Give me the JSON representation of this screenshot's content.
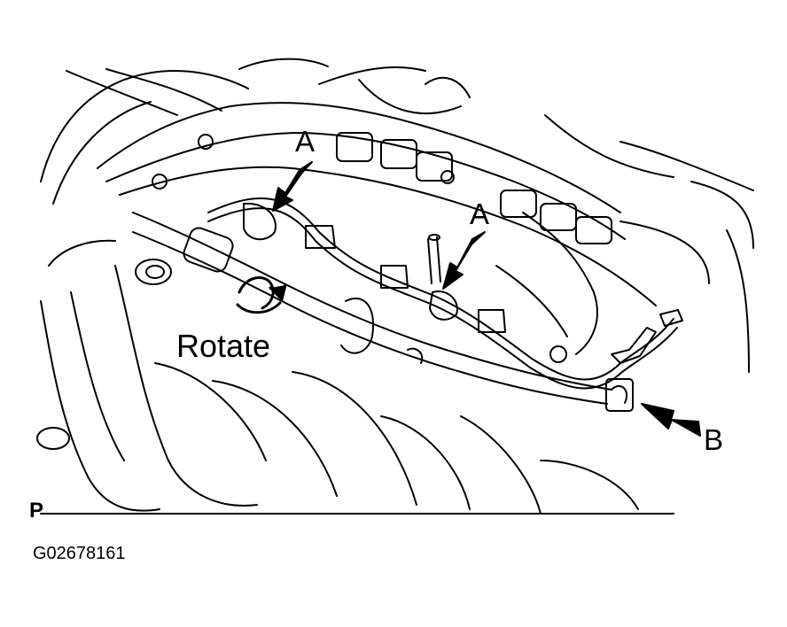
{
  "diagram": {
    "callouts": {
      "a_upper": "A",
      "a_lower": "A",
      "b": "B",
      "rotate": "Rotate"
    },
    "corner_mark": "P",
    "figure_code": "G02678161"
  },
  "colors": {
    "ink": "#000000",
    "paper": "#ffffff"
  },
  "icons": [
    "arrow-icon",
    "rotate-arrow-icon"
  ]
}
